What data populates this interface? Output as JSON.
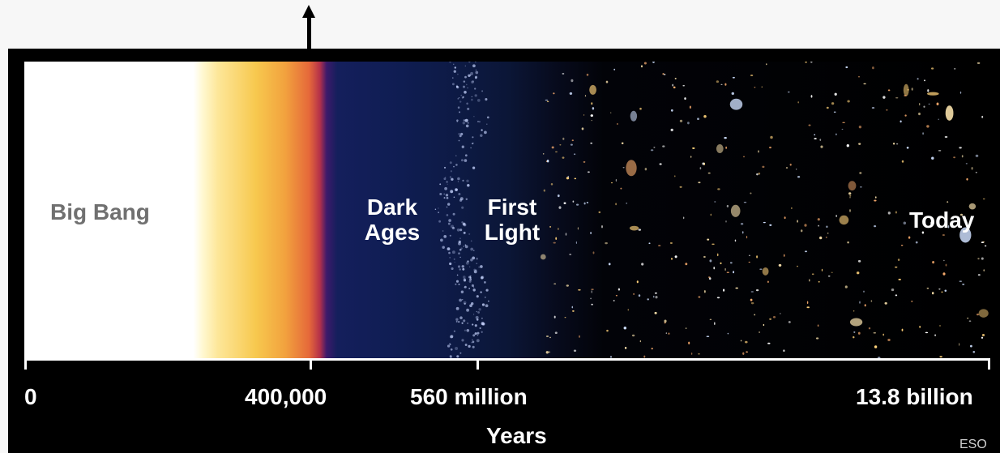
{
  "diagram": {
    "eras": [
      {
        "label": "Big Bang"
      },
      {
        "label": "Dark\nAges"
      },
      {
        "label": "First\nLight"
      },
      {
        "label": "Today"
      }
    ],
    "axis": {
      "ticks": [
        "0",
        "400,000",
        "560 million",
        "13.8 billion"
      ],
      "title": "Years"
    },
    "credit": "ESO",
    "colors": {
      "background": "#f7f7f7",
      "frame": "#000000",
      "axis_text": "#ffffff",
      "big_bang_text": "#707070"
    }
  }
}
